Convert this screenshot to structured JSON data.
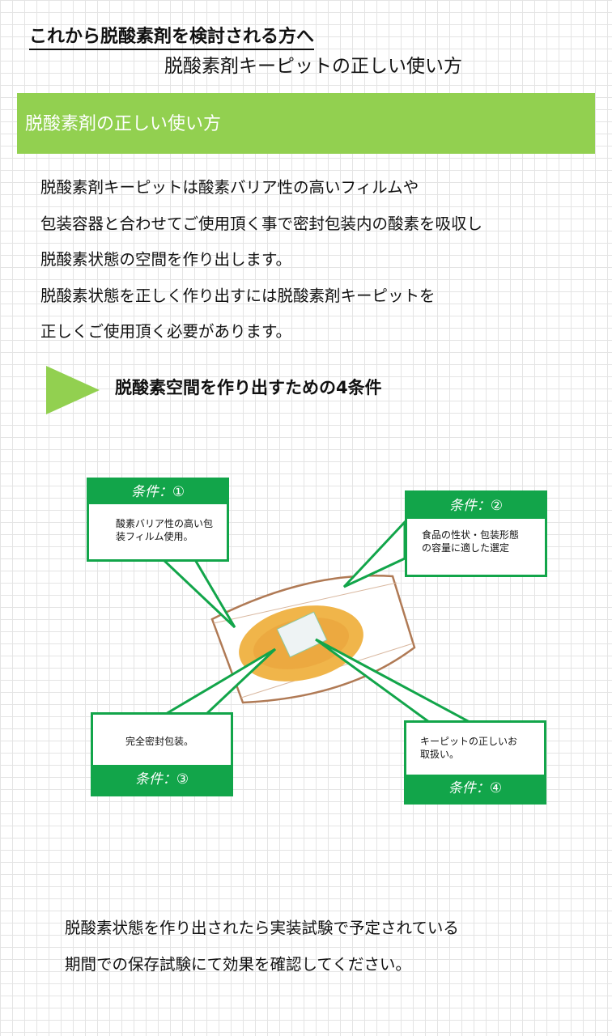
{
  "header": {
    "title": "これから脱酸素剤を検討される方へ",
    "subtitle": "脱酸素剤キーピットの正しい使い方"
  },
  "section": {
    "title": "脱酸素剤の正しい使い方"
  },
  "intro": [
    "脱酸素剤キーピットは酸素バリア性の高いフィルムや",
    "包装容器と合わせてご使用頂く事で密封包装内の酸素を吸収し",
    "脱酸素状態の空間を作り出します。",
    "脱酸素状態を正しく作り出すには脱酸素剤キーピットを",
    "正しくご使用頂く必要があります。"
  ],
  "conditions_heading": "脱酸素空間を作り出すための4条件",
  "conditions": [
    {
      "label": "条件：①",
      "text": "酸素バリア性の高い包装フィルム使用。"
    },
    {
      "label": "条件：②",
      "text": "食品の性状・包装形態の容量に適した選定"
    },
    {
      "label": "条件：③",
      "text": "完全密封包装。"
    },
    {
      "label": "条件：④",
      "text": "キーピットの正しいお取扱い。"
    }
  ],
  "outro": [
    "脱酸素状態を作り出されたら実装試験で予定されている",
    "期間での保存試験にて効果を確認してください。"
  ],
  "colors": {
    "accent": "#92d050",
    "callout": "#12a54a"
  }
}
